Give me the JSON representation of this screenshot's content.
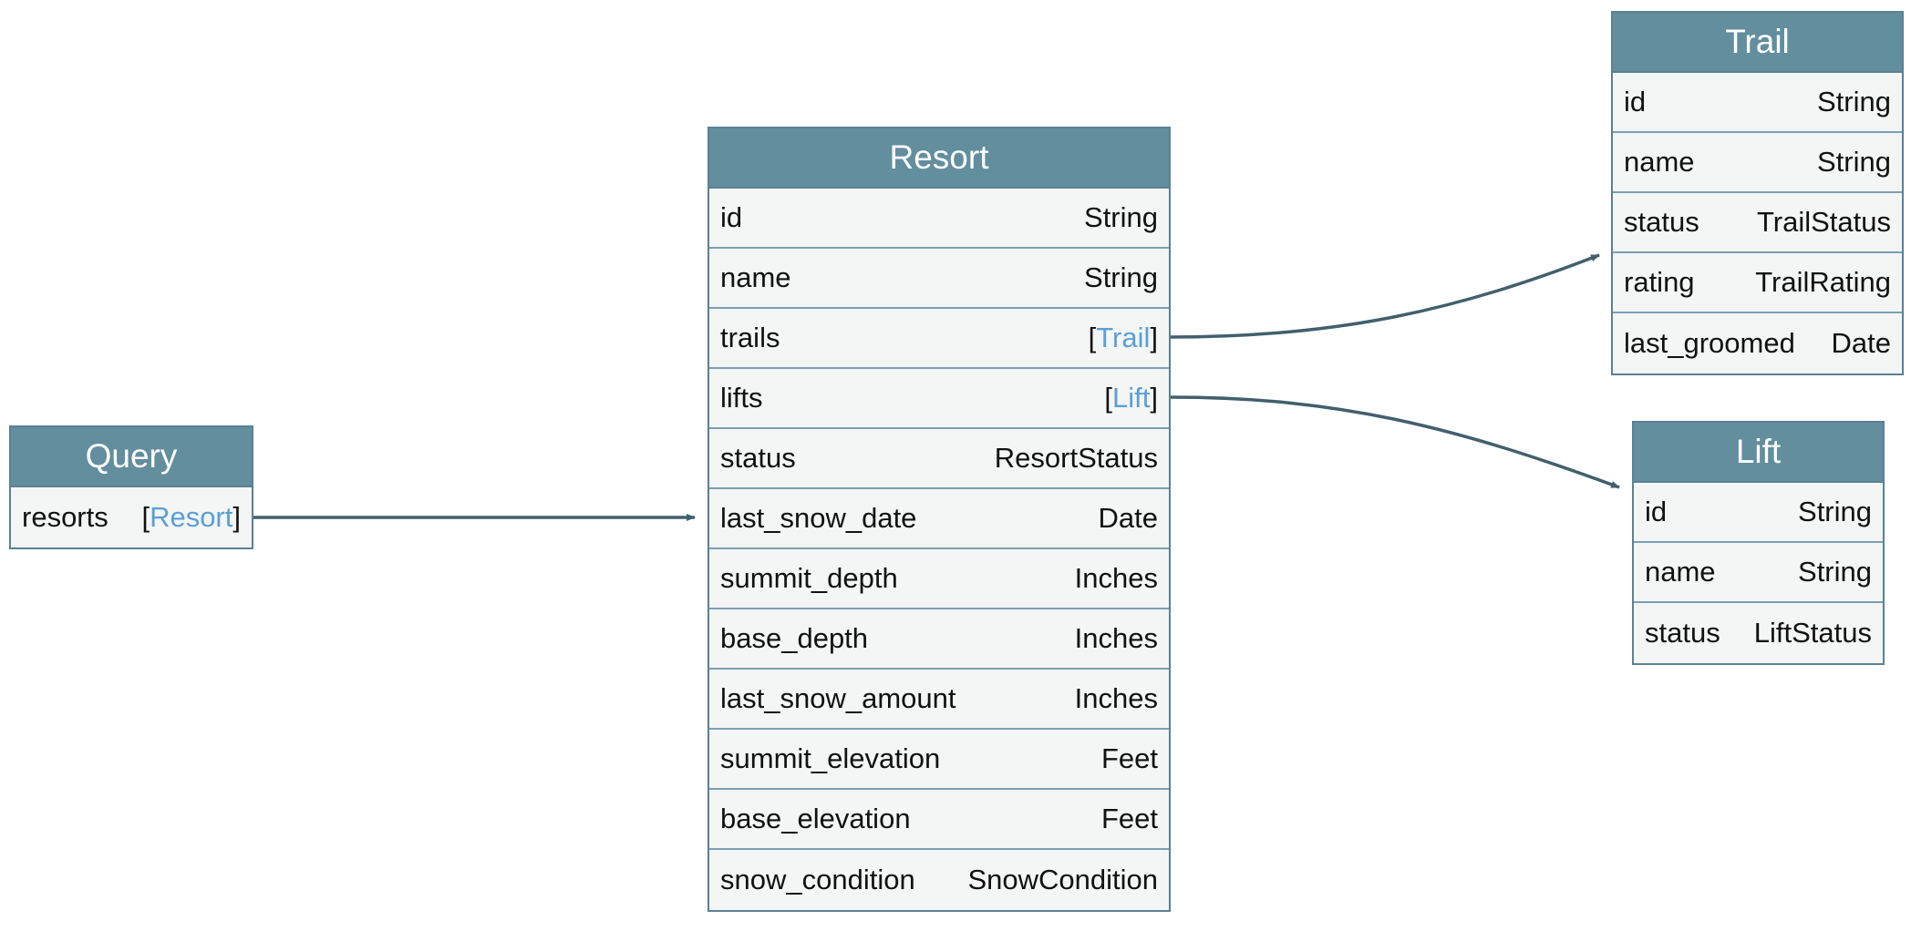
{
  "diagram": {
    "edge_color": "#425f6c",
    "header_color": "#628e9e",
    "link_color": "#5a9fd6",
    "nodes": [
      {
        "id": "query",
        "title": "Query",
        "fields": [
          {
            "name": "resorts",
            "type": "Resort",
            "list": true,
            "link": true
          }
        ]
      },
      {
        "id": "resort",
        "title": "Resort",
        "fields": [
          {
            "name": "id",
            "type": "String"
          },
          {
            "name": "name",
            "type": "String"
          },
          {
            "name": "trails",
            "type": "Trail",
            "list": true,
            "link": true
          },
          {
            "name": "lifts",
            "type": "Lift",
            "list": true,
            "link": true
          },
          {
            "name": "status",
            "type": "ResortStatus"
          },
          {
            "name": "last_snow_date",
            "type": "Date"
          },
          {
            "name": "summit_depth",
            "type": "Inches"
          },
          {
            "name": "base_depth",
            "type": "Inches"
          },
          {
            "name": "last_snow_amount",
            "type": "Inches"
          },
          {
            "name": "summit_elevation",
            "type": "Feet"
          },
          {
            "name": "base_elevation",
            "type": "Feet"
          },
          {
            "name": "snow_condition",
            "type": "SnowCondition"
          }
        ]
      },
      {
        "id": "trail",
        "title": "Trail",
        "fields": [
          {
            "name": "id",
            "type": "String"
          },
          {
            "name": "name",
            "type": "String"
          },
          {
            "name": "status",
            "type": "TrailStatus"
          },
          {
            "name": "rating",
            "type": "TrailRating"
          },
          {
            "name": "last_groomed",
            "type": "Date"
          }
        ]
      },
      {
        "id": "lift",
        "title": "Lift",
        "fields": [
          {
            "name": "id",
            "type": "String"
          },
          {
            "name": "name",
            "type": "String"
          },
          {
            "name": "status",
            "type": "LiftStatus"
          }
        ]
      }
    ],
    "edges": [
      {
        "from": "query.resorts",
        "to": "resort"
      },
      {
        "from": "resort.trails",
        "to": "trail"
      },
      {
        "from": "resort.lifts",
        "to": "lift"
      }
    ]
  }
}
